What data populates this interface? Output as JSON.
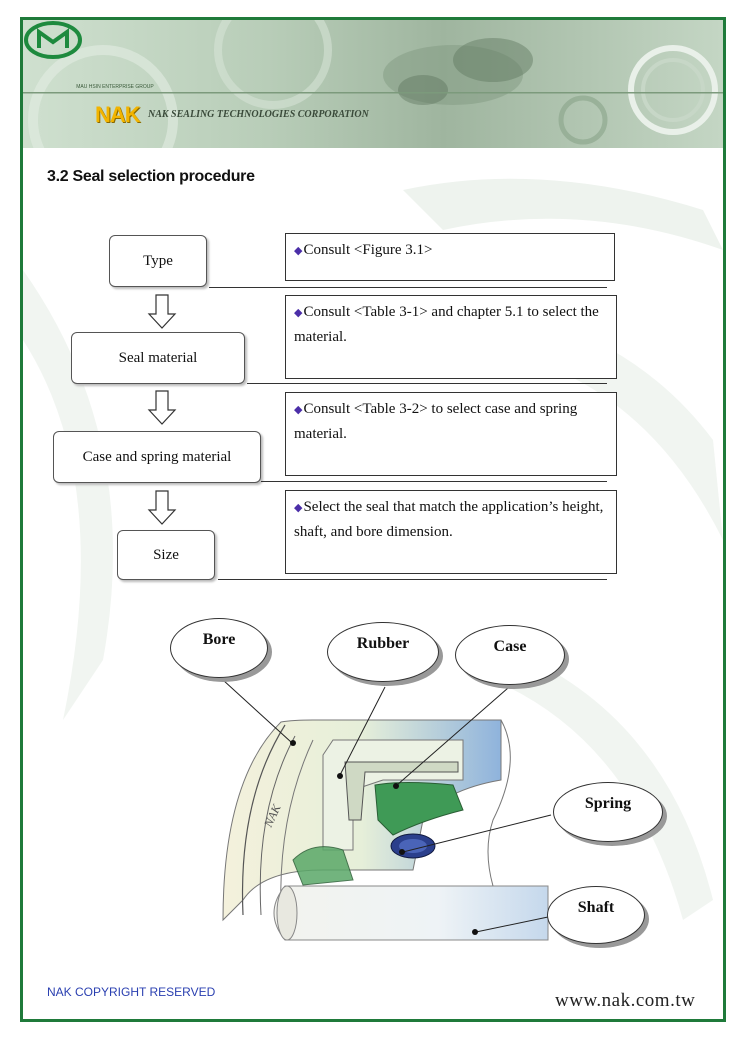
{
  "header": {
    "logo_sub": "MAU HSIN ENTERPRISE GROUP",
    "nak_logo": "NAK",
    "corp_name": "NAK SEALING TECHNOLOGIES CORPORATION"
  },
  "section_title": "3.2 Seal selection procedure",
  "steps": [
    {
      "label": "Type",
      "description": "Consult <Figure 3.1>"
    },
    {
      "label": "Seal material",
      "description": "Consult <Table 3-1> and chapter 5.1 to select the material."
    },
    {
      "label": "Case and spring material",
      "description": "Consult <Table 3-2> to select case and spring material."
    },
    {
      "label": "Size",
      "description": "Select the seal that match the application’s height, shaft, and bore dimension."
    }
  ],
  "bullet_glyph": "◆",
  "callouts": {
    "bore": "Bore",
    "rubber": "Rubber",
    "case": "Case",
    "spring": "Spring",
    "shaft": "Shaft"
  },
  "footer": {
    "copyright": "NAK COPYRIGHT RESERVED",
    "website": "www.nak.com.tw"
  },
  "colors": {
    "frame": "#1f7a3a",
    "logo_yellow": "#f2b400",
    "bullet": "#4b2ea8",
    "copyright": "#2a3fb0"
  }
}
